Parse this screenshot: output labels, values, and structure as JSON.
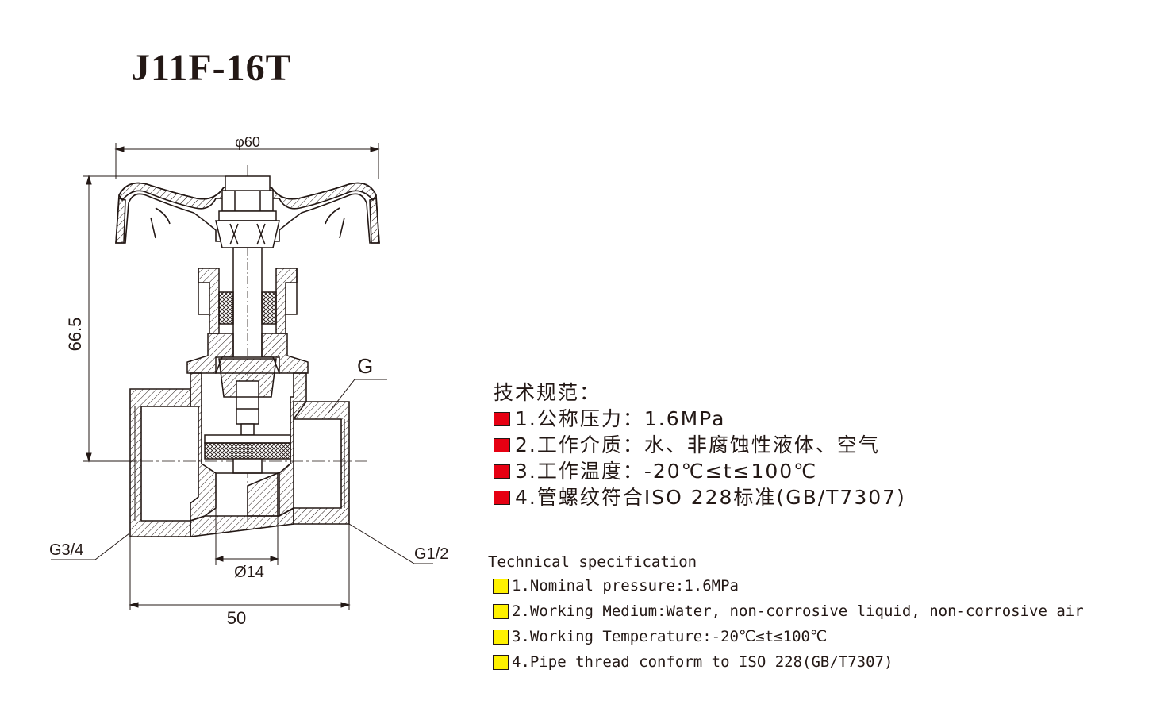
{
  "title": "J11F-16T",
  "dimensions": {
    "handwheel_diameter": "φ60",
    "height": "66.5",
    "width": "50",
    "bore_diameter": "Ø14",
    "thread_g": "G",
    "thread_left": "G3/4",
    "thread_right": "G1/2"
  },
  "spec_cn": {
    "heading": "技术规范：",
    "items": [
      "1.公称压力：1.6MPa",
      "2.工作介质：水、非腐蚀性液体、空气",
      "3.工作温度：-20℃≤t≤100℃",
      "4.管螺纹符合ISO 228标准(GB/T7307)"
    ],
    "marker_color": "#e60012"
  },
  "spec_en": {
    "heading": "Technical specification",
    "items": [
      "1.Nominal pressure:1.6MPa",
      "2.Working Medium:Water, non-corrosive liquid, non-corrosive air",
      "3.Working Temperature:-20℃≤t≤100℃",
      "4.Pipe thread conform to ISO 228(GB/T7307)"
    ],
    "marker_color": "#fff100"
  }
}
